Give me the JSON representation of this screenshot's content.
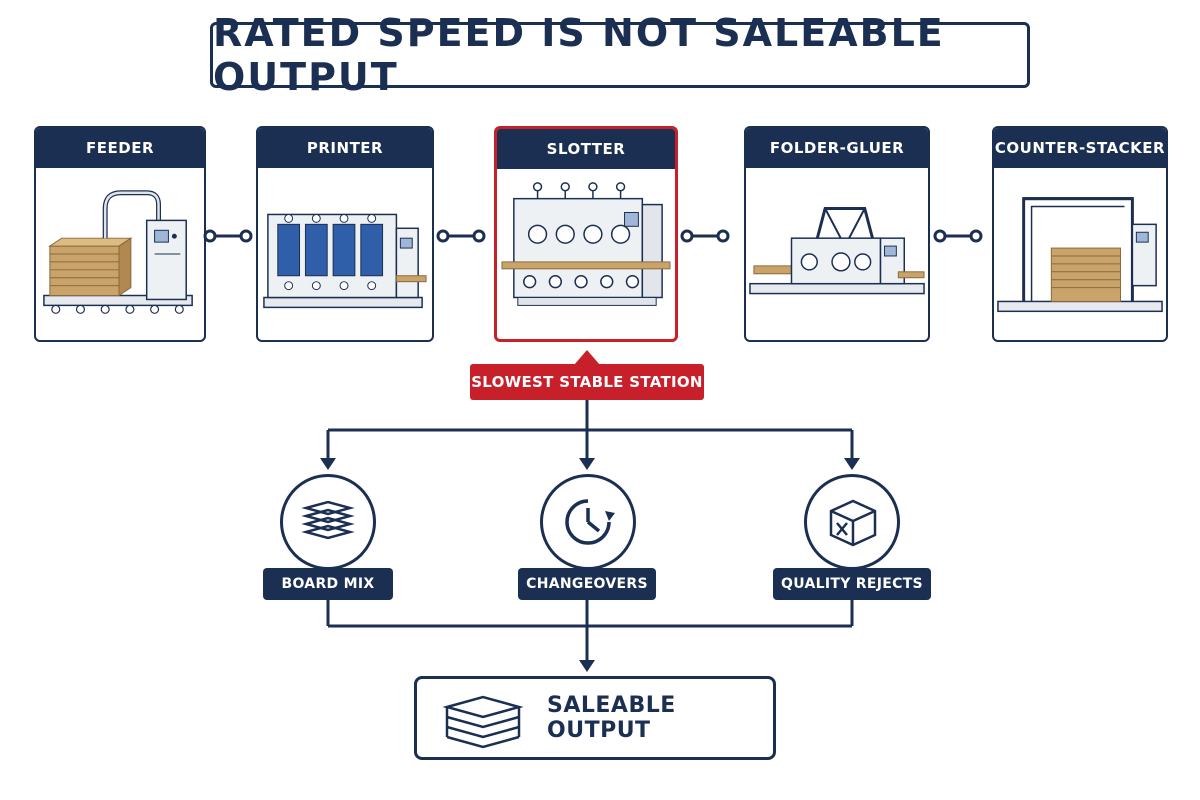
{
  "title": "RATED SPEED IS NOT SALEABLE OUTPUT",
  "stations": [
    {
      "label": "FEEDER",
      "icon": "feeder-machine-icon"
    },
    {
      "label": "PRINTER",
      "icon": "printer-machine-icon"
    },
    {
      "label": "SLOTTER",
      "icon": "slotter-machine-icon",
      "highlighted": true
    },
    {
      "label": "FOLDER-GLUER",
      "icon": "folder-gluer-machine-icon"
    },
    {
      "label": "COUNTER-STACKER",
      "icon": "counter-stacker-machine-icon"
    }
  ],
  "callout": "SLOWEST STABLE STATION",
  "factors": [
    {
      "label": "BOARD MIX",
      "icon": "board-stack-icon"
    },
    {
      "label": "CHANGEOVERS",
      "icon": "clock-cycle-icon"
    },
    {
      "label": "QUALITY REJECTS",
      "icon": "rejected-box-icon"
    }
  ],
  "output": {
    "label": "SALEABLE OUTPUT",
    "icon": "board-stack-icon"
  },
  "colors": {
    "navy": "#1b2f52",
    "highlight_red": "#c8202a",
    "machine_blue": "#2e5fa8",
    "cardboard": "#c9a36a"
  }
}
